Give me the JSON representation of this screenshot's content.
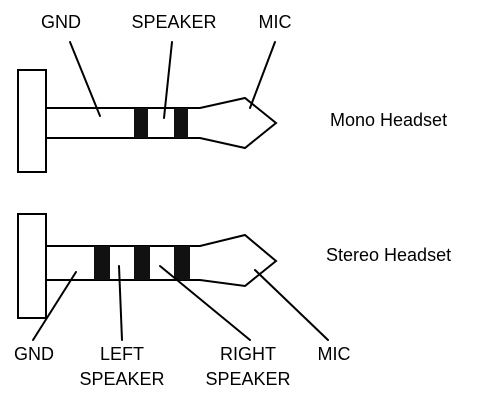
{
  "mono": {
    "title": "Mono Headset",
    "labels": {
      "gnd": "GND",
      "speaker": "SPEAKER",
      "mic": "MIC"
    }
  },
  "stereo": {
    "title": "Stereo Headset",
    "labels": {
      "gnd": "GND",
      "left_speaker_line1": "LEFT",
      "left_speaker_line2": "SPEAKER",
      "right_speaker_line1": "RIGHT",
      "right_speaker_line2": "SPEAKER",
      "mic": "MIC"
    }
  },
  "colors": {
    "outline": "#000000",
    "insulator_band": "#111111",
    "background": "#ffffff"
  }
}
